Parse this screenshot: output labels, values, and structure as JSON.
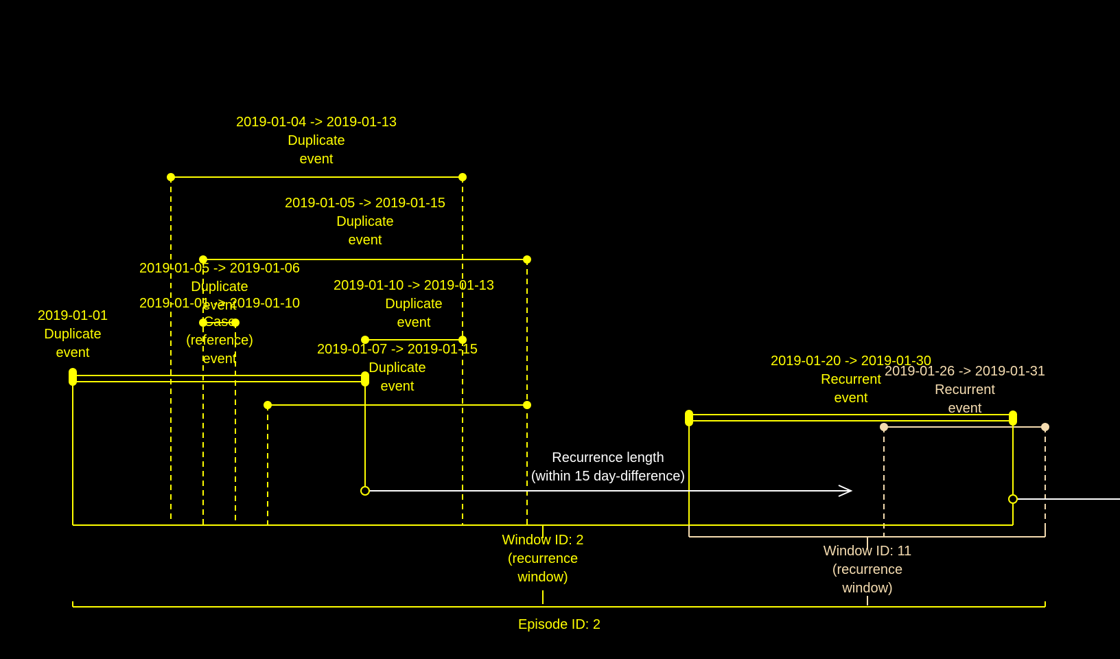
{
  "colors": {
    "background": "#000000",
    "primary": "#ffff00",
    "secondary": "#f5dcb0",
    "arrow": "#ffffff"
  },
  "events": [
    {
      "id": "ev-0104",
      "range": "2019-01-04 -> 2019-01-13",
      "type_line1": "Duplicate",
      "type_line2": "event"
    },
    {
      "id": "ev-0105-15",
      "range": "2019-01-05 -> 2019-01-15",
      "type_line1": "Duplicate",
      "type_line2": "event"
    },
    {
      "id": "ev-0105-06",
      "range": "2019-01-05 -> 2019-01-06",
      "type_line1": "Duplicate",
      "type_line2": "event"
    },
    {
      "id": "ev-0101-10",
      "range": "2019-01-01 -> 2019-01-10",
      "type_line1": "Case",
      "type_line2": "(reference)",
      "type_line3": "event"
    },
    {
      "id": "ev-0101",
      "range": "2019-01-01",
      "type_line1": "Duplicate",
      "type_line2": "event"
    },
    {
      "id": "ev-0110",
      "range": "2019-01-10 -> 2019-01-13",
      "type_line1": "Duplicate",
      "type_line2": "event"
    },
    {
      "id": "ev-0107",
      "range": "2019-01-07 -> 2019-01-15",
      "type_line1": "Duplicate",
      "type_line2": "event"
    },
    {
      "id": "ev-0120",
      "range": "2019-01-20 -> 2019-01-30",
      "type_line1": "Recurrent",
      "type_line2": "event"
    },
    {
      "id": "ev-0126",
      "range": "2019-01-26 -> 2019-01-31",
      "type_line1": "Recurrent",
      "type_line2": "event"
    }
  ],
  "recurrence": {
    "line1": "Recurrence length",
    "line2": "(within 15 day-difference)"
  },
  "windows": [
    {
      "line1": "Window ID: 2",
      "line2": "(recurrence",
      "line3": "window)"
    },
    {
      "line1": "Window ID: 11",
      "line2": "(recurrence",
      "line3": "window)"
    }
  ],
  "episode": {
    "label": "Episode ID: 2"
  }
}
